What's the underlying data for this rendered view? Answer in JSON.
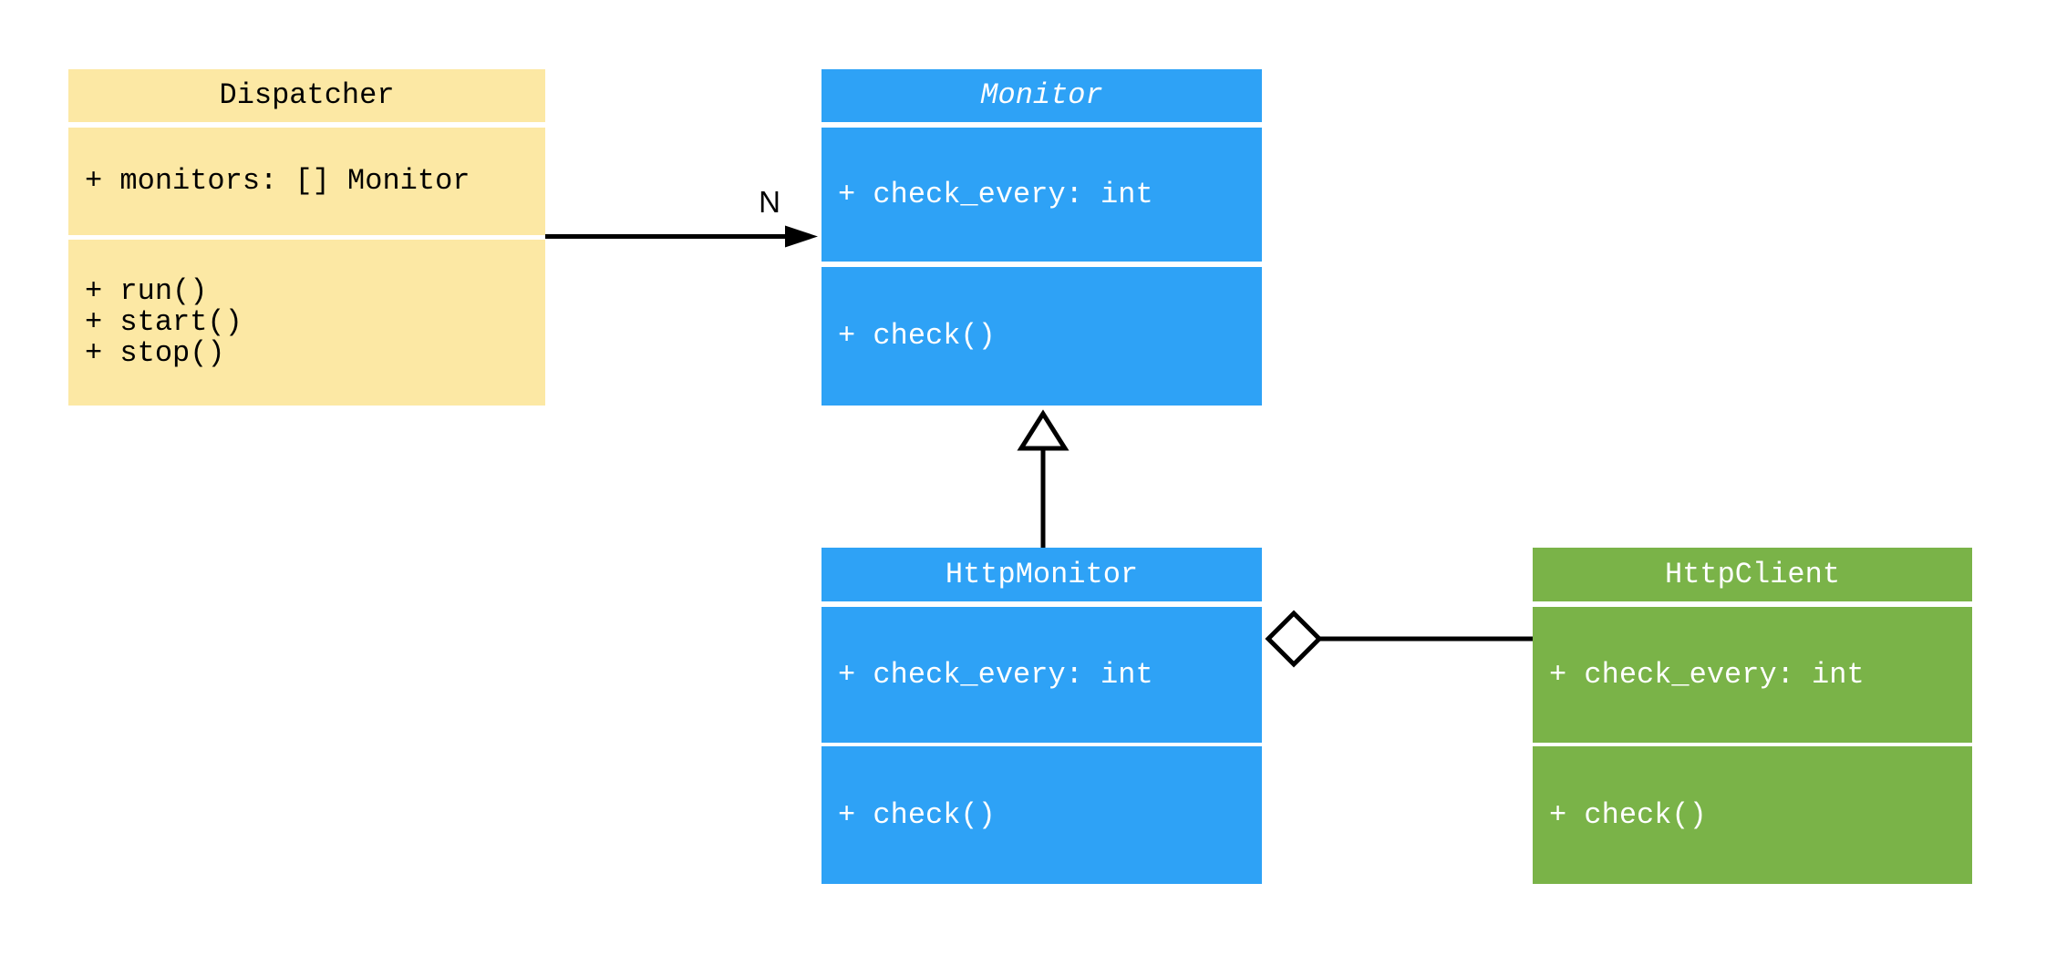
{
  "diagram": {
    "type": "uml-class-diagram",
    "background_color": "#ffffff",
    "edge_color": "#000000",
    "classes": [
      {
        "name": "Dispatcher",
        "abstract": false,
        "fill_color": "#fce8a4",
        "text_color": "#000000",
        "attributes": [
          "+ monitors: [] Monitor"
        ],
        "methods": [
          "+ run()",
          "+ start()",
          "+ stop()"
        ]
      },
      {
        "name": "Monitor",
        "abstract": true,
        "fill_color": "#2ea2f6",
        "text_color": "#ffffff",
        "attributes": [
          "+ check_every: int"
        ],
        "methods": [
          "+ check()"
        ]
      },
      {
        "name": "HttpMonitor",
        "abstract": false,
        "fill_color": "#2ea2f6",
        "text_color": "#ffffff",
        "attributes": [
          "+ check_every: int"
        ],
        "methods": [
          "+ check()"
        ]
      },
      {
        "name": "HttpClient",
        "abstract": false,
        "fill_color": "#7ab348",
        "text_color": "#ffffff",
        "attributes": [
          "+ check_every: int"
        ],
        "methods": [
          "+ check()"
        ]
      }
    ],
    "relations": [
      {
        "type": "association",
        "from": "Dispatcher",
        "to": "Monitor",
        "label": "N"
      },
      {
        "type": "inheritance",
        "from": "HttpMonitor",
        "to": "Monitor",
        "label": ""
      },
      {
        "type": "aggregation",
        "from": "HttpMonitor",
        "to": "HttpClient",
        "label": ""
      }
    ]
  }
}
